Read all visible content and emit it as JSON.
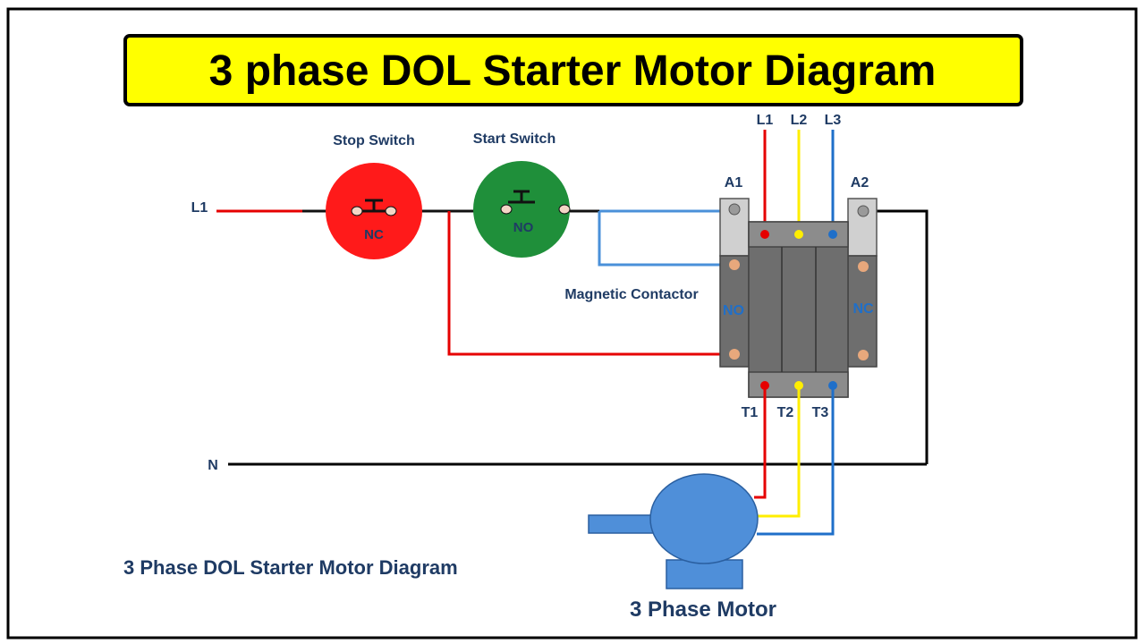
{
  "title": "3 phase DOL Starter Motor Diagram",
  "switches": {
    "stop": {
      "label": "Stop Switch",
      "contact": "NC",
      "color": "#ff1a1a"
    },
    "start": {
      "label": "Start Switch",
      "contact": "NO",
      "color": "#1f8f3a"
    }
  },
  "lines": {
    "input_l1": "L1",
    "neutral": "N",
    "supply": [
      "L1",
      "L2",
      "L3"
    ],
    "load": [
      "T1",
      "T2",
      "T3"
    ]
  },
  "contactor": {
    "label": "Magnetic Contactor",
    "coil_a1": "A1",
    "coil_a2": "A2",
    "aux_left": "NO",
    "aux_right": "NC"
  },
  "motor": {
    "label": "3 Phase Motor",
    "color": "#4f8fd9"
  },
  "footer_caption": "3 Phase DOL Starter Motor Diagram",
  "colors": {
    "title_bg": "#ffff00",
    "phase_red": "#e60000",
    "phase_yellow": "#ffee00",
    "phase_blue": "#1f6fc9",
    "control_blue": "#4a90d9",
    "neutral": "#000000",
    "label_blue": "#1f3b64"
  }
}
